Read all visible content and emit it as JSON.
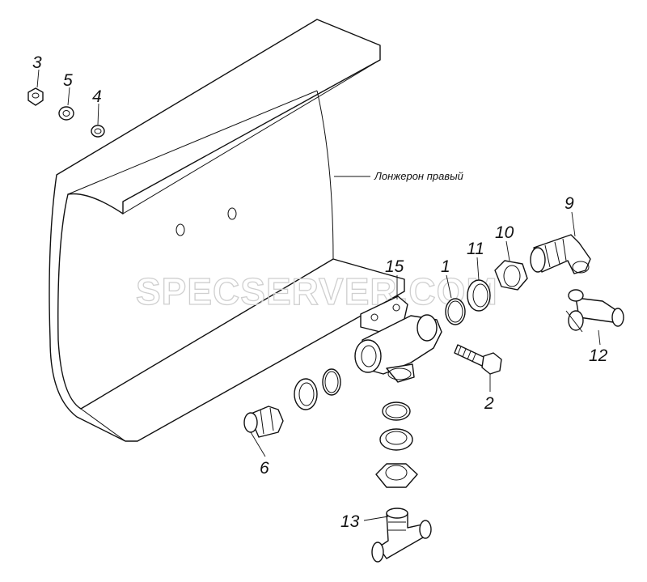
{
  "watermark": "SPECSERVER.COM",
  "callouts": {
    "frame_rail": "Лонжерон правый"
  },
  "part_numbers": {
    "p1": "1",
    "p2": "2",
    "p3": "3",
    "p4": "4",
    "p5": "5",
    "p6": "6",
    "p9": "9",
    "p10": "10",
    "p11": "11",
    "p12": "12",
    "p13": "13",
    "p15": "15"
  }
}
